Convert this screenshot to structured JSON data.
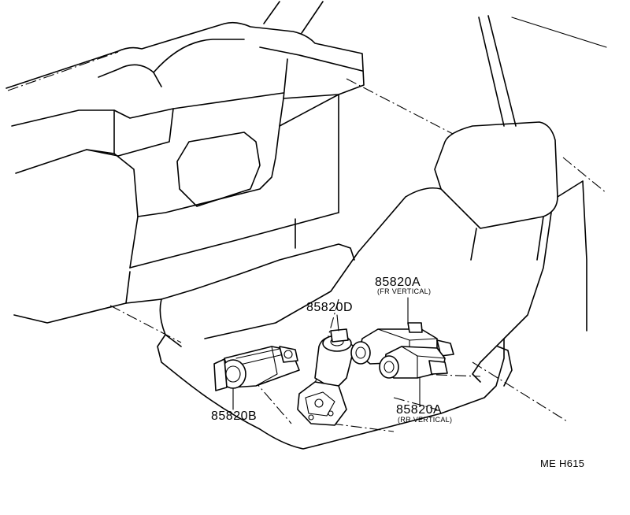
{
  "labels": {
    "fr_vertical_part": "85820A",
    "fr_vertical_note": "(FR VERTICAL)",
    "slide_part": "85820D",
    "rr_vertical_part": "85820A",
    "rr_vertical_note": "(RR VERTICAL)",
    "reclining_part": "85820B",
    "figure_code": "ME H615"
  }
}
